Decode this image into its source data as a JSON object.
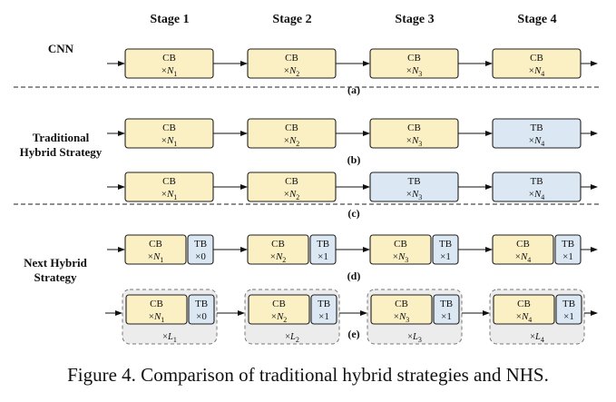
{
  "stages": [
    "Stage 1",
    "Stage 2",
    "Stage 3",
    "Stage 4"
  ],
  "sections": {
    "cnn": "CNN",
    "traditional": [
      "Traditional",
      "Hybrid Strategy"
    ],
    "next": [
      "Next Hybrid",
      "Strategy"
    ]
  },
  "colors": {
    "cb_fill": "#fbefc4",
    "cb_stroke": "#1f1f1f",
    "tb_fill": "#dbe8f3",
    "group_fill": "#ececec",
    "group_stroke": "#777777"
  },
  "rows": [
    {
      "label": "(a)",
      "variant": "single",
      "blocks": [
        {
          "type": "CB",
          "mult": "×",
          "n": "N",
          "sub": "1"
        },
        {
          "type": "CB",
          "mult": "×",
          "n": "N",
          "sub": "2"
        },
        {
          "type": "CB",
          "mult": "×",
          "n": "N",
          "sub": "3"
        },
        {
          "type": "CB",
          "mult": "×",
          "n": "N",
          "sub": "4"
        }
      ]
    },
    {
      "label": "(b)",
      "variant": "single",
      "blocks": [
        {
          "type": "CB",
          "mult": "×",
          "n": "N",
          "sub": "1"
        },
        {
          "type": "CB",
          "mult": "×",
          "n": "N",
          "sub": "2"
        },
        {
          "type": "CB",
          "mult": "×",
          "n": "N",
          "sub": "3"
        },
        {
          "type": "TB",
          "mult": "×",
          "n": "N",
          "sub": "4"
        }
      ]
    },
    {
      "label": "(c)",
      "variant": "single",
      "blocks": [
        {
          "type": "CB",
          "mult": "×",
          "n": "N",
          "sub": "1"
        },
        {
          "type": "CB",
          "mult": "×",
          "n": "N",
          "sub": "2"
        },
        {
          "type": "TB",
          "mult": "×",
          "n": "N",
          "sub": "3"
        },
        {
          "type": "TB",
          "mult": "×",
          "n": "N",
          "sub": "4"
        }
      ]
    },
    {
      "label": "(d)",
      "variant": "pair",
      "blocks": [
        {
          "cb": {
            "type": "CB",
            "mult": "×",
            "n": "N",
            "sub": "1"
          },
          "tb": {
            "type": "TB",
            "mult": "×0"
          }
        },
        {
          "cb": {
            "type": "CB",
            "mult": "×",
            "n": "N",
            "sub": "2"
          },
          "tb": {
            "type": "TB",
            "mult": "×1"
          }
        },
        {
          "cb": {
            "type": "CB",
            "mult": "×",
            "n": "N",
            "sub": "3"
          },
          "tb": {
            "type": "TB",
            "mult": "×1"
          }
        },
        {
          "cb": {
            "type": "CB",
            "mult": "×",
            "n": "N",
            "sub": "4"
          },
          "tb": {
            "type": "TB",
            "mult": "×1"
          }
        }
      ]
    },
    {
      "label": "(e)",
      "variant": "group",
      "blocks": [
        {
          "cb": {
            "type": "CB",
            "mult": "×",
            "n": "N",
            "sub": "1"
          },
          "tb": {
            "type": "TB",
            "mult": "×0"
          },
          "loop": {
            "mult": "×",
            "n": "L",
            "sub": "1"
          }
        },
        {
          "cb": {
            "type": "CB",
            "mult": "×",
            "n": "N",
            "sub": "2"
          },
          "tb": {
            "type": "TB",
            "mult": "×1"
          },
          "loop": {
            "mult": "×",
            "n": "L",
            "sub": "2"
          }
        },
        {
          "cb": {
            "type": "CB",
            "mult": "×",
            "n": "N",
            "sub": "3"
          },
          "tb": {
            "type": "TB",
            "mult": "×1"
          },
          "loop": {
            "mult": "×",
            "n": "L",
            "sub": "3"
          }
        },
        {
          "cb": {
            "type": "CB",
            "mult": "×",
            "n": "N",
            "sub": "4"
          },
          "tb": {
            "type": "TB",
            "mult": "×1"
          },
          "loop": {
            "mult": "×",
            "n": "L",
            "sub": "4"
          }
        }
      ]
    }
  ],
  "caption": "Figure 4. Comparison of traditional hybrid strategies and NHS."
}
